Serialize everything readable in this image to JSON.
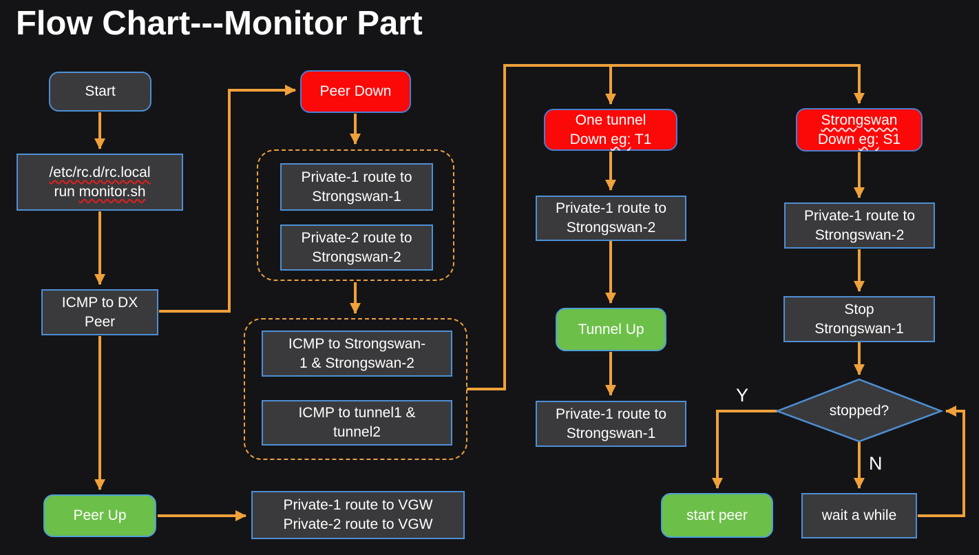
{
  "title": "Flow Chart---Monitor Part",
  "colors": {
    "background": "#141417",
    "box_fill": "#3a3a3c",
    "box_border_blue": "#4e8fd5",
    "status_red": "#fb0808",
    "status_green": "#6cbf48",
    "connector_orange": "#efa13b",
    "text": "#ffffff",
    "spellcheck_squiggle": "#e02020"
  },
  "nodes": {
    "start": {
      "lines": [
        "Start"
      ]
    },
    "rc_local": {
      "line1": "/etc/rc.d/rc.local",
      "line2_plain": "run",
      "line2_wavy": "monitor.sh"
    },
    "icmp_dx": {
      "lines": [
        "ICMP to DX",
        "Peer"
      ]
    },
    "peer_up": {
      "lines": [
        "Peer Up"
      ]
    },
    "peer_down": {
      "lines": [
        "Peer Down"
      ]
    },
    "private1_to_ss1": {
      "lines": [
        "Private-1 route to",
        "Strongswan-1"
      ]
    },
    "private2_to_ss2": {
      "lines": [
        "Private-2 route to",
        "Strongswan-2"
      ]
    },
    "icmp_to_ss": {
      "lines": [
        "ICMP to Strongswan-",
        "1 & Strongswan-2"
      ]
    },
    "icmp_to_tunnels": {
      "lines": [
        "ICMP to tunnel1 &",
        "tunnel2"
      ]
    },
    "routes_to_vgw": {
      "lines": [
        "Private-1 route to VGW",
        "Private-2 route to VGW"
      ]
    },
    "one_tunnel_down": {
      "line1": "One tunnel",
      "line2_plain": "Down",
      "line2_wavy": "eg:",
      "line2_tail": "T1"
    },
    "private1_to_ss2_mid": {
      "lines": [
        "Private-1 route to",
        "Strongswan-2"
      ]
    },
    "tunnel_up": {
      "lines": [
        "Tunnel Up"
      ]
    },
    "private1_to_ss1_mid": {
      "lines": [
        "Private-1 route to",
        "Strongswan-1"
      ]
    },
    "strongswan_down": {
      "line1_wavy": "Strongswan",
      "line2_plain": "Down",
      "line2_wavy": "eg:",
      "line2_tail": "S1"
    },
    "private1_to_ss2_right": {
      "lines": [
        "Private-1 route to",
        "Strongswan-2"
      ]
    },
    "stop_ss1": {
      "lines": [
        "Stop",
        "Strongswan-1"
      ]
    },
    "stopped_decision": {
      "lines": [
        "stopped?"
      ]
    },
    "start_peer": {
      "lines": [
        "start peer"
      ]
    },
    "wait_a_while": {
      "lines": [
        "wait a while"
      ]
    }
  },
  "edge_labels": {
    "yes": "Y",
    "no": "N"
  }
}
